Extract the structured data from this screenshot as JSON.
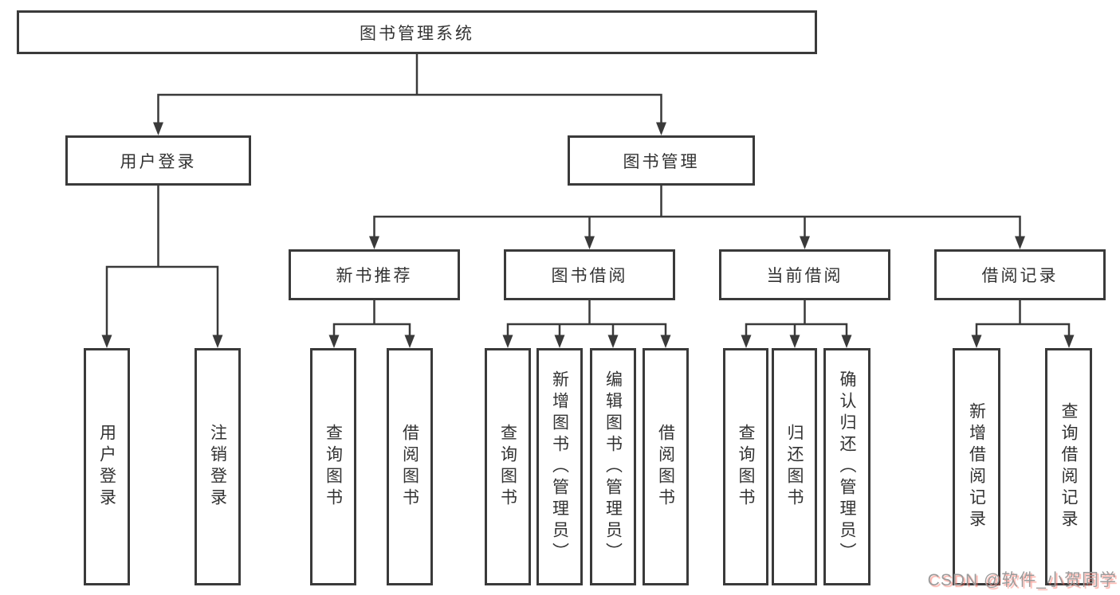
{
  "tree": {
    "root": {
      "label": "图书管理系统"
    },
    "branches": [
      {
        "label": "用户登录",
        "leaves": [
          {
            "label": "用户登录"
          },
          {
            "label": "注销登录"
          }
        ]
      },
      {
        "label": "图书管理",
        "groups": [
          {
            "label": "新书推荐",
            "leaves": [
              {
                "label": "查询图书"
              },
              {
                "label": "借阅图书"
              }
            ]
          },
          {
            "label": "图书借阅",
            "leaves": [
              {
                "label": "查询图书"
              },
              {
                "label": "新增图书（管理员）"
              },
              {
                "label": "编辑图书（管理员）"
              },
              {
                "label": "借阅图书"
              }
            ]
          },
          {
            "label": "当前借阅",
            "leaves": [
              {
                "label": "查询图书"
              },
              {
                "label": "归还图书"
              },
              {
                "label": "确认归还（管理员）"
              }
            ]
          },
          {
            "label": "借阅记录",
            "leaves": [
              {
                "label": "新增借阅记录"
              },
              {
                "label": "查询借阅记录"
              }
            ]
          }
        ]
      }
    ]
  },
  "watermark": "CSDN @软件_小贺同学",
  "colors": {
    "line": "#3a3a3a",
    "text": "#333333",
    "background": "#ffffff",
    "watermark_text": "#9b9b9b",
    "watermark_shadow": "#ff6e5f"
  }
}
